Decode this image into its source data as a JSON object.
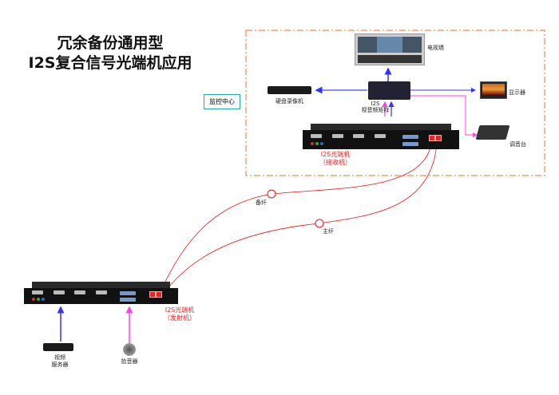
{
  "title": {
    "line1": "冗余备份通用型",
    "line2": "I2S复合信号光端机应用"
  },
  "monitor_center": "监控中心",
  "devices": {
    "tv_wall": "电视墙",
    "dvr": "硬盘录像机",
    "matrix_line1": "I2S",
    "matrix_line2": "视音频矩阵",
    "display": "显示器",
    "mixer": "调音台",
    "receiver_line1": "I2S光端机",
    "receiver_line2": "（接收机）",
    "transmitter_line1": "I2S光端机",
    "transmitter_line2": "（发射机）",
    "video_server_line1": "视频",
    "video_server_line2": "服务器",
    "microphone": "拾音器"
  },
  "fibers": {
    "backup": "备纤",
    "main": "主纤"
  },
  "colors": {
    "video": "#3333ff",
    "audio": "#ff44dd",
    "fiber": "#ee1111",
    "frame": "#f08a4b"
  }
}
